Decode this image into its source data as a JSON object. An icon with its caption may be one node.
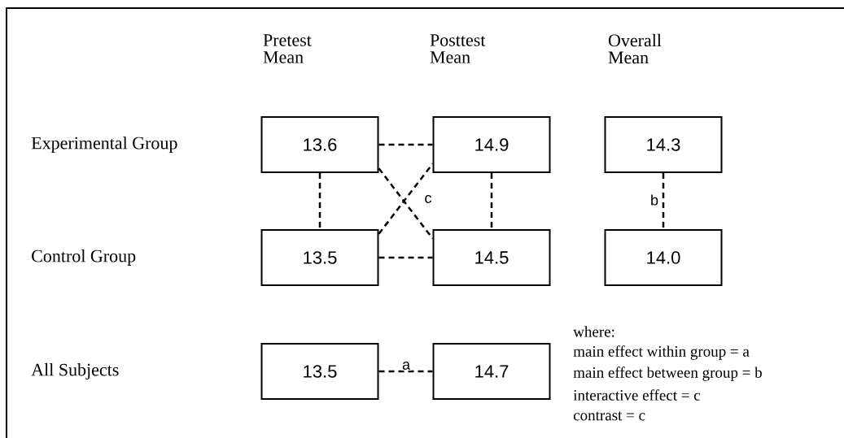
{
  "diagram": {
    "nodes": [
      {
        "text": [
          "13.6"
        ]
      },
      {
        "text": [
          "14.9"
        ]
      },
      {
        "text": [
          "14.3"
        ]
      },
      {
        "text": [
          "13.5"
        ]
      },
      {
        "text": [
          "14.5"
        ]
      },
      {
        "text": [
          "14.0"
        ]
      },
      {
        "text": [
          "13.5"
        ]
      },
      {
        "text": [
          "14.7"
        ]
      }
    ],
    "edges": [
      {
        "from": 0,
        "to": 1,
        "arrow": "none",
        "style": "dashed"
      },
      {
        "from": 0,
        "to": 3,
        "arrow": "none",
        "style": "dashed"
      },
      {
        "from": 1,
        "to": 4,
        "arrow": "none",
        "style": "dashed"
      },
      {
        "from": 0,
        "to": 4,
        "arrow": "none",
        "style": "dashed",
        "label": "c"
      },
      {
        "from": 3,
        "to": 1,
        "arrow": "none",
        "style": "dashed"
      },
      {
        "from": 3,
        "to": 4,
        "arrow": "none",
        "style": "dashed"
      },
      {
        "from": 2,
        "to": 5,
        "arrow": "none",
        "style": "dashed",
        "label": "b"
      },
      {
        "from": 6,
        "to": 7,
        "arrow": "none",
        "style": "dashed",
        "label": "a"
      }
    ],
    "labels": [
      "Pretest Mean",
      "Posttest Mean",
      "Overall Mean",
      "Experimental Group",
      "Control Group",
      "All Subjects",
      "where:",
      "main effect within group = a",
      "main effect between group = b",
      "interactive effect = c",
      "contrast = c"
    ]
  }
}
